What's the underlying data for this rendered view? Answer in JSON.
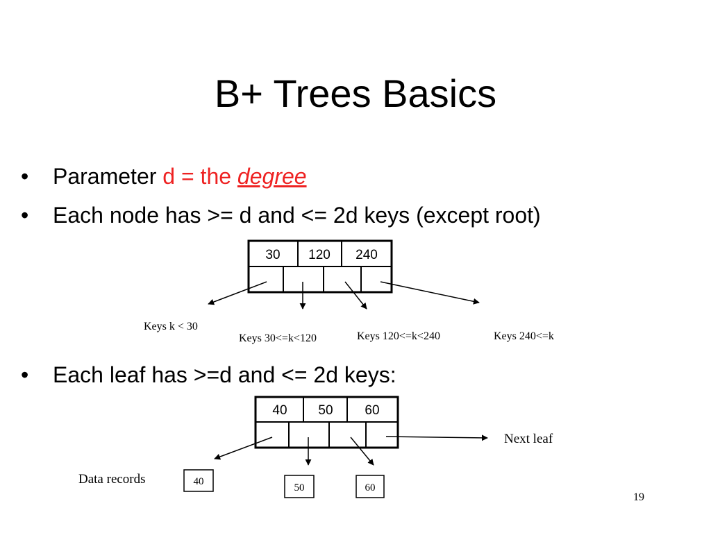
{
  "slide": {
    "title": "B+ Trees Basics",
    "page_number": "19",
    "accent_color": "#ee2222"
  },
  "bullets": {
    "marker": "•",
    "b1_prefix": "Parameter ",
    "b1_accent": "d = the ",
    "b1_italic": "degree",
    "b2": "Each node has >= d and <= 2d keys (except root)",
    "b3": "Each leaf has >=d and <= 2d keys:"
  },
  "internal_node": {
    "keys": [
      "30",
      "120",
      "240"
    ],
    "labels": [
      "Keys k < 30",
      "Keys 30<=k<120",
      "Keys 120<=k<240",
      "Keys 240<=k"
    ]
  },
  "leaf_node": {
    "keys": [
      "40",
      "50",
      "60"
    ],
    "data_records_label": "Data records",
    "next_leaf_label": "Next leaf",
    "records": [
      "40",
      "50",
      "60"
    ]
  }
}
